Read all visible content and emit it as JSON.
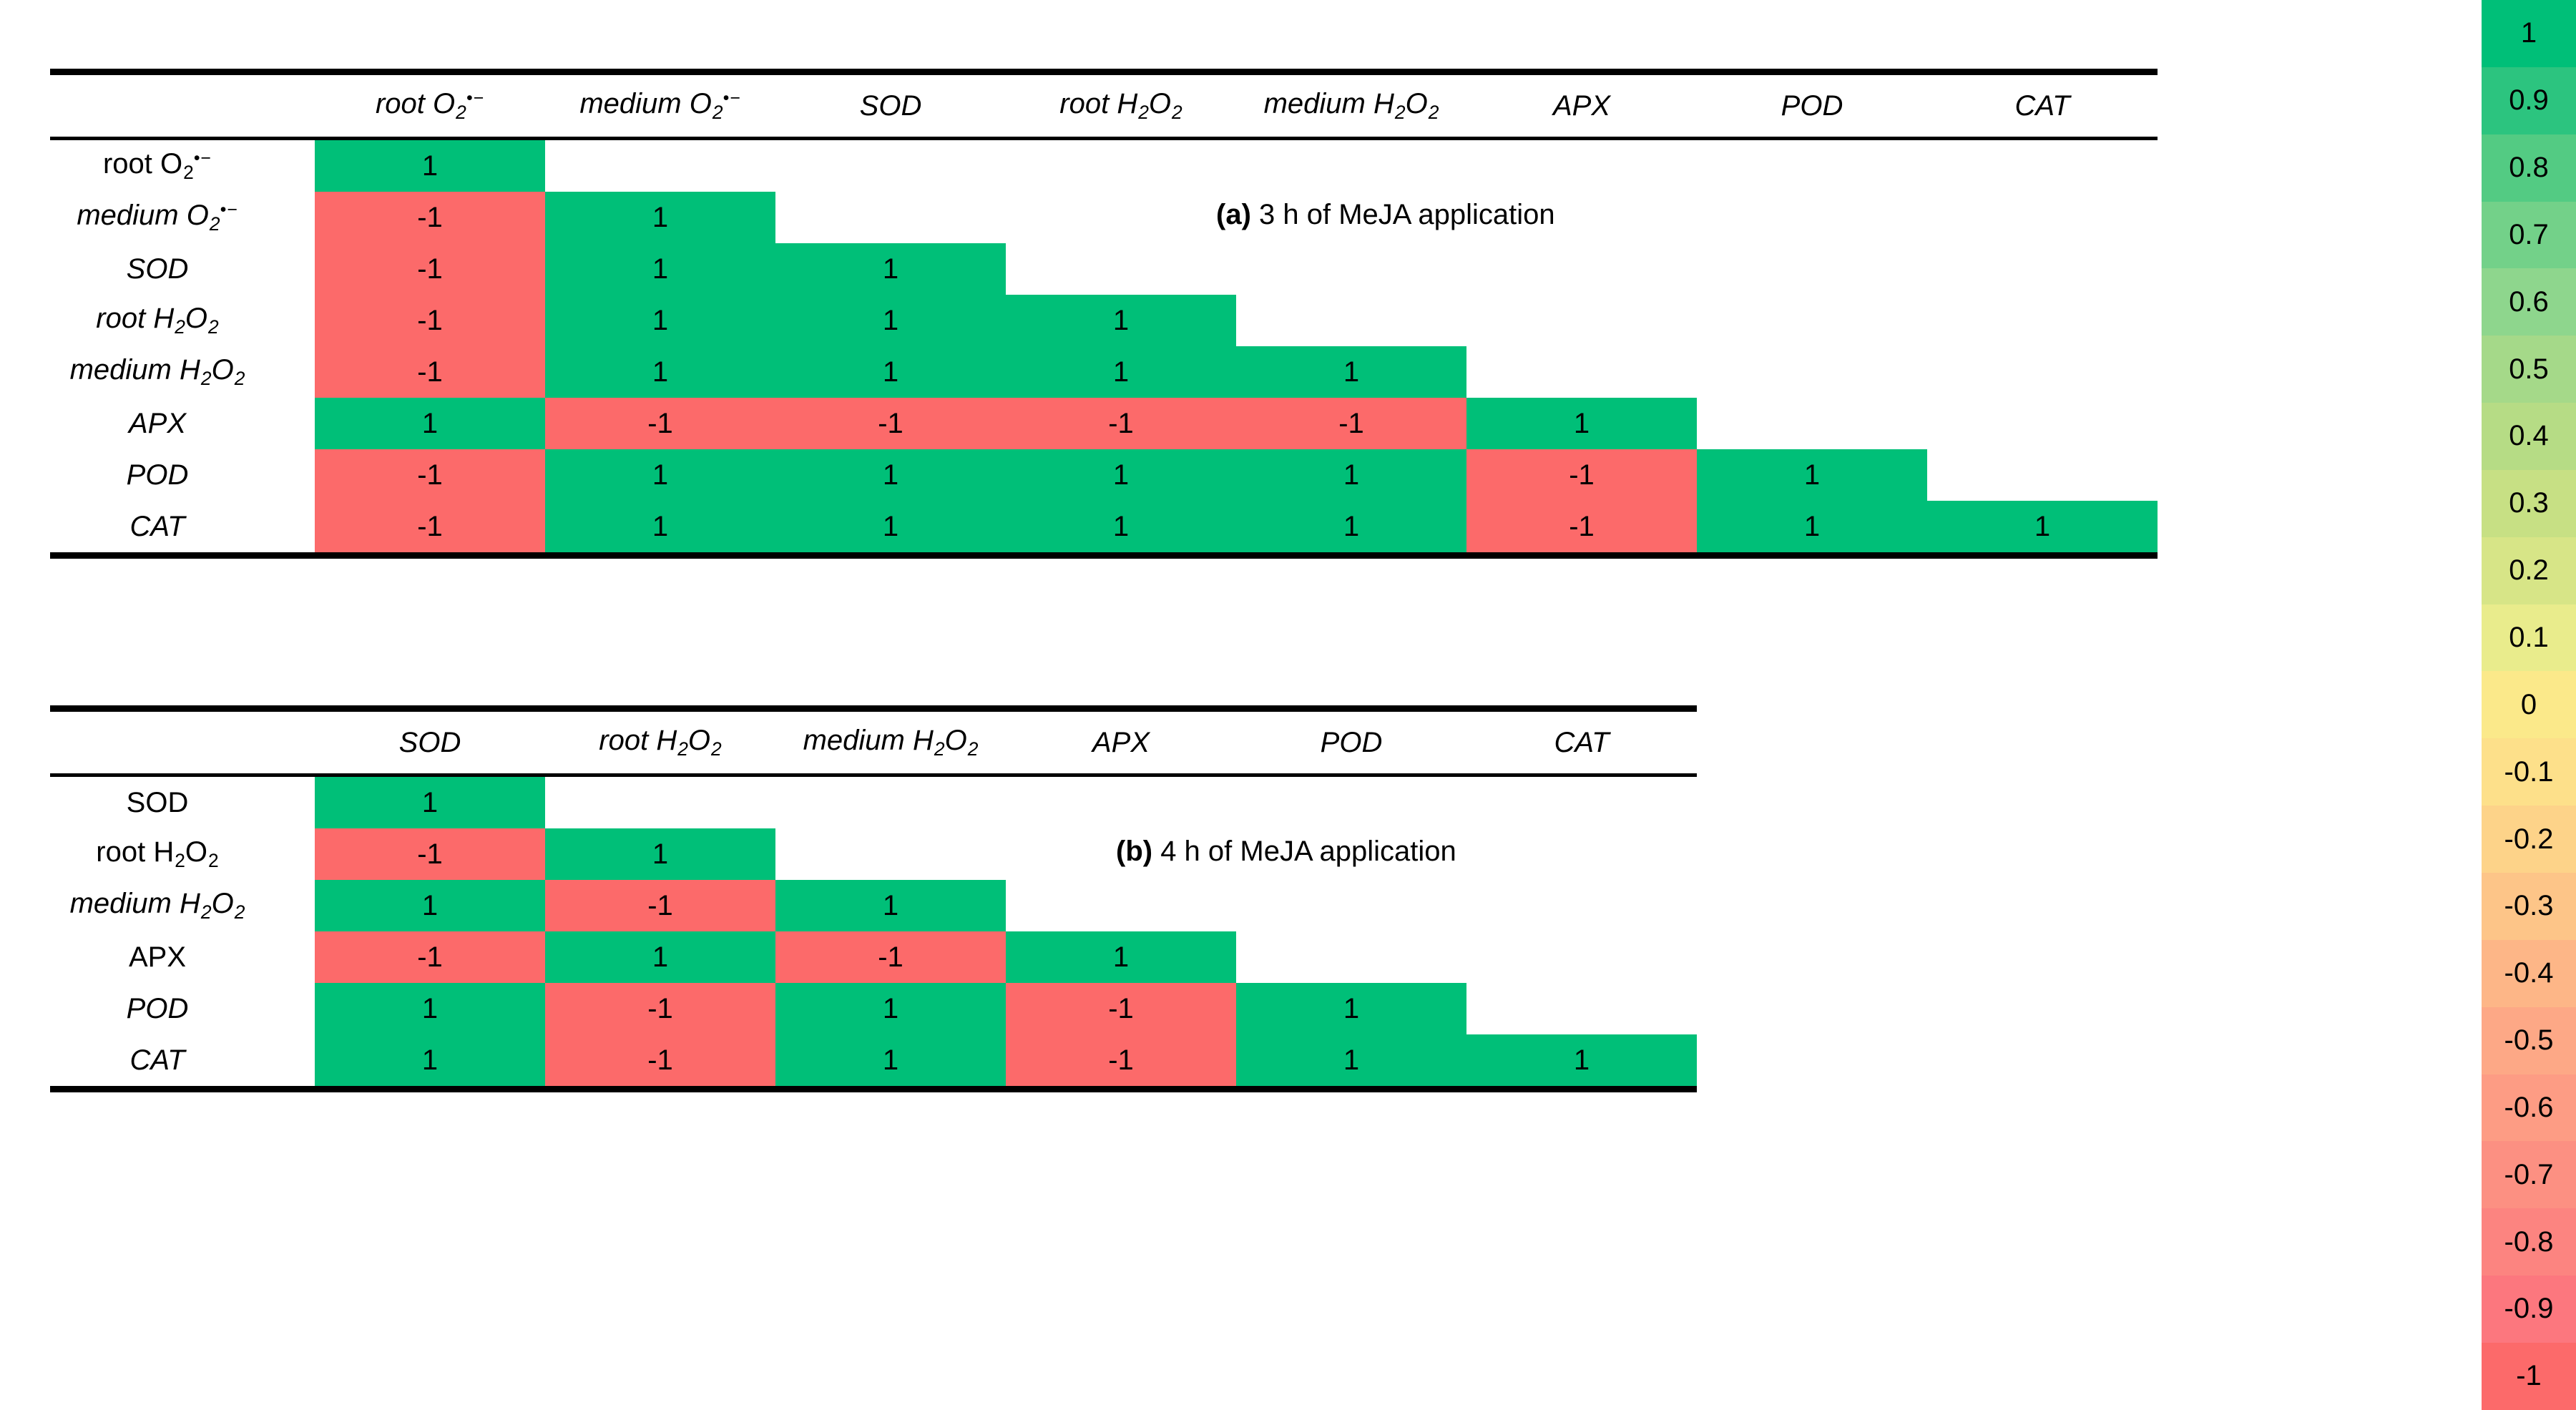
{
  "chart_data": {
    "type": "heatmap",
    "title": "",
    "description": "Two lower-triangular Pearson correlation matrices of ROS and antioxidant-enzyme variables after MeJA application",
    "colormap": {
      "name": "red-yellow-green diverging",
      "range": [
        -1,
        1
      ],
      "step": 0.1,
      "positive_color": "#00bf78",
      "negative_color": "#fc6a6a",
      "legend_position": "right",
      "ticks": [
        "1",
        "0.9",
        "0.8",
        "0.7",
        "0.6",
        "0.5",
        "0.4",
        "0.3",
        "0.2",
        "0.1",
        "0",
        "-0.1",
        "-0.2",
        "-0.3",
        "-0.4",
        "-0.5",
        "-0.6",
        "-0.7",
        "-0.8",
        "-0.9",
        "-1"
      ],
      "swatches": [
        "#00bf78",
        "#2cc47f",
        "#53cb83",
        "#73d189",
        "#8ed68d",
        "#a5d989",
        "#b6dc85",
        "#c7e084",
        "#d7e587",
        "#e9ec8c",
        "#fbe98a",
        "#fde08a",
        "#fdd389",
        "#fdc588",
        "#fdb687",
        "#fda886",
        "#fd9c84",
        "#fc9082",
        "#fc8480",
        "#fc777e",
        "#fc6a6a"
      ]
    },
    "panels": [
      {
        "id": "a",
        "caption_prefix": "(a)",
        "caption_text": " 3 h of MeJA application",
        "variables": [
          {
            "key": "root_O2",
            "label_html": "root O<sub>2</sub><sup>•−</sup>",
            "italic": false
          },
          {
            "key": "medium_O2",
            "label_html": "medium O<sub>2</sub><sup>•−</sup>",
            "italic": true
          },
          {
            "key": "SOD",
            "label_html": "SOD",
            "italic": true
          },
          {
            "key": "root_H2O2",
            "label_html": "root H<sub>2</sub>O<sub>2</sub>",
            "italic": true
          },
          {
            "key": "medium_H2O2",
            "label_html": "medium H<sub>2</sub>O<sub>2</sub>",
            "italic": true
          },
          {
            "key": "APX",
            "label_html": "APX",
            "italic": true
          },
          {
            "key": "POD",
            "label_html": "POD",
            "italic": true
          },
          {
            "key": "CAT",
            "label_html": "CAT",
            "italic": true
          }
        ],
        "column_headers": [
          {
            "label_html": "root O<sub>2</sub><sup>•−</sup>",
            "italic": true
          },
          {
            "label_html": "medium O<sub>2</sub><sup>•−</sup>",
            "italic": true
          },
          {
            "label_html": "SOD",
            "italic": true
          },
          {
            "label_html": "root H<sub>2</sub>O<sub>2</sub>",
            "italic": true
          },
          {
            "label_html": "medium H<sub>2</sub>O<sub>2</sub>",
            "italic": true
          },
          {
            "label_html": "APX",
            "italic": true
          },
          {
            "label_html": "POD",
            "italic": true
          },
          {
            "label_html": "CAT",
            "italic": true
          }
        ],
        "matrix": [
          [
            1,
            null,
            null,
            null,
            null,
            null,
            null,
            null
          ],
          [
            -1,
            1,
            null,
            null,
            null,
            null,
            null,
            null
          ],
          [
            -1,
            1,
            1,
            null,
            null,
            null,
            null,
            null
          ],
          [
            -1,
            1,
            1,
            1,
            null,
            null,
            null,
            null
          ],
          [
            -1,
            1,
            1,
            1,
            1,
            null,
            null,
            null
          ],
          [
            1,
            -1,
            -1,
            -1,
            -1,
            1,
            null,
            null
          ],
          [
            -1,
            1,
            1,
            1,
            1,
            -1,
            1,
            null
          ],
          [
            -1,
            1,
            1,
            1,
            1,
            -1,
            1,
            1
          ]
        ]
      },
      {
        "id": "b",
        "caption_prefix": "(b)",
        "caption_text": " 4 h of MeJA application",
        "variables": [
          {
            "key": "SOD",
            "label_html": "SOD",
            "italic": false
          },
          {
            "key": "root_H2O2",
            "label_html": "root H<sub>2</sub>O<sub>2</sub>",
            "italic": false
          },
          {
            "key": "medium_H2O2",
            "label_html": "medium H<sub>2</sub>O<sub>2</sub>",
            "italic": true
          },
          {
            "key": "APX",
            "label_html": "APX",
            "italic": false
          },
          {
            "key": "POD",
            "label_html": "POD",
            "italic": true
          },
          {
            "key": "CAT",
            "label_html": "CAT",
            "italic": true
          }
        ],
        "column_headers": [
          {
            "label_html": "SOD",
            "italic": true
          },
          {
            "label_html": "root H<sub>2</sub>O<sub>2</sub>",
            "italic": true
          },
          {
            "label_html": "medium H<sub>2</sub>O<sub>2</sub>",
            "italic": true
          },
          {
            "label_html": "APX",
            "italic": true
          },
          {
            "label_html": "POD",
            "italic": true
          },
          {
            "label_html": "CAT",
            "italic": true
          }
        ],
        "matrix": [
          [
            1,
            null,
            null,
            null,
            null,
            null
          ],
          [
            -1,
            1,
            null,
            null,
            null,
            null
          ],
          [
            1,
            -1,
            1,
            null,
            null,
            null
          ],
          [
            -1,
            1,
            -1,
            1,
            null,
            null
          ],
          [
            1,
            -1,
            1,
            -1,
            1,
            null
          ],
          [
            1,
            -1,
            1,
            -1,
            1,
            1
          ]
        ]
      }
    ]
  }
}
